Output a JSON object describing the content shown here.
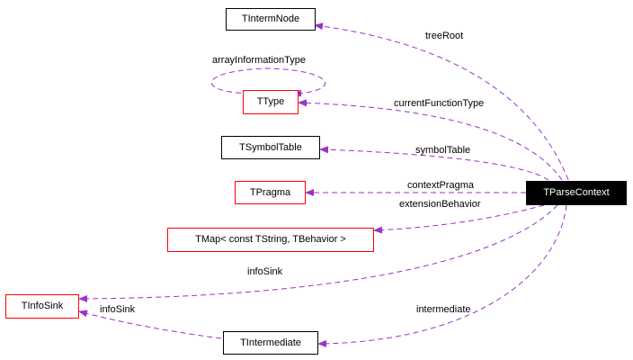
{
  "colors": {
    "edge": "#9a32cd",
    "arrow": "#9a32cd",
    "linked_class_border": "#ff0000",
    "focus_fill": "#000000",
    "focus_text": "#ffffff"
  },
  "nodes": {
    "tintermnode": "TIntermNode",
    "ttype": "TType",
    "tsymboltable": "TSymbolTable",
    "tpragma": "TPragma",
    "tmap": "TMap< const TString, TBehavior >",
    "tinfosink": "TInfoSink",
    "tintermediate": "TIntermediate",
    "tparsecontext": "TParseContext"
  },
  "edges": {
    "treeRoot": "treeRoot",
    "arrayInformationType": "arrayInformationType",
    "currentFunctionType": "currentFunctionType",
    "symbolTable": "symbolTable",
    "contextPragma": "contextPragma",
    "extensionBehavior": "extensionBehavior",
    "infoSink_parse": "infoSink",
    "infoSink_intermediate": "infoSink",
    "intermediate": "intermediate"
  }
}
